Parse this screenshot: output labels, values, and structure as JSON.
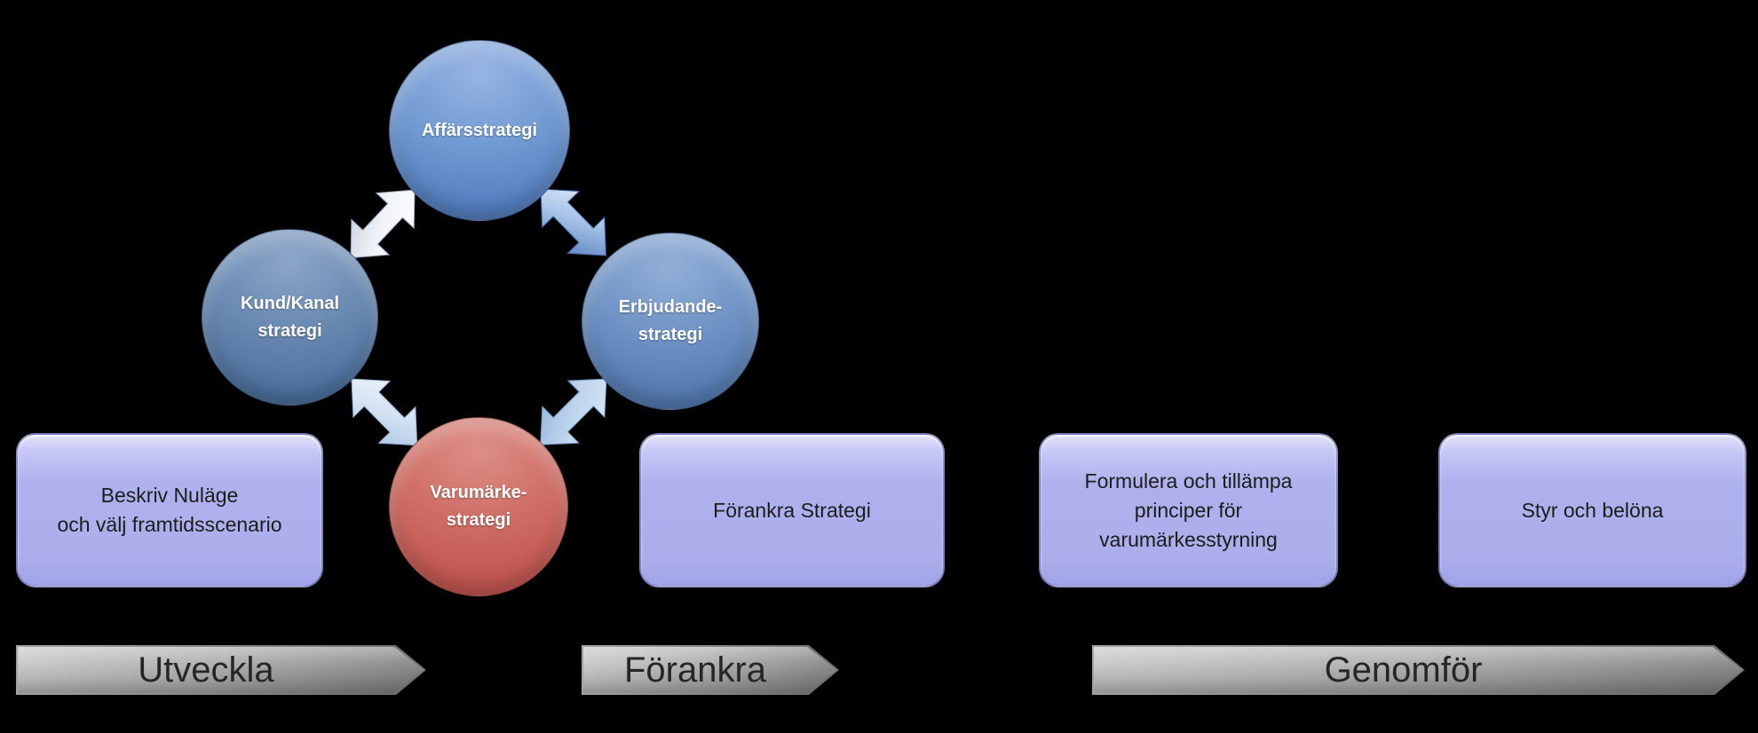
{
  "colors": {
    "background": "#000000",
    "circle_blue": "#6E96CE",
    "circle_steel": "#5F80AA",
    "circle_sky": "#6C90C2",
    "circle_red": "#C25751",
    "circle_text": "#FFFFFF",
    "box_fill": "#AFB1EE",
    "box_text": "#1C1C1C",
    "banner_fill_light": "#C7C7C7",
    "banner_fill_dark": "#838383",
    "banner_text": "#262626",
    "arrow_silver": "#E9EEF6",
    "arrow_blue": "#4A76BA",
    "arrow_pale": "#D4E2F2",
    "arrow_pale_blue": "#BED4EC"
  },
  "cycle": {
    "circles": [
      {
        "name": "business-strategy",
        "lines": [
          "Affärsstrategi"
        ]
      },
      {
        "name": "customer-channel-strategy",
        "lines": [
          "Kund/Kanal",
          "strategi"
        ]
      },
      {
        "name": "offering-strategy",
        "lines": [
          "Erbjudande-",
          "strategi"
        ]
      },
      {
        "name": "brand-strategy",
        "lines": [
          "Varumärke-",
          "strategi"
        ]
      }
    ],
    "connectors": [
      {
        "name": "business-customer",
        "style": "silver",
        "direction": "both"
      },
      {
        "name": "business-offering",
        "style": "blue",
        "direction": "both"
      },
      {
        "name": "customer-brand",
        "style": "pale",
        "direction": "both"
      },
      {
        "name": "offering-brand",
        "style": "pale-blue",
        "direction": "both"
      }
    ]
  },
  "boxes": [
    {
      "name": "describe-current-state",
      "lines": [
        "Beskriv Nuläge",
        "och välj framtidsscenario"
      ]
    },
    {
      "name": "anchor-strategy",
      "lines": [
        "Förankra Strategi"
      ]
    },
    {
      "name": "formulate-principles",
      "lines": [
        "Formulera och tillämpa",
        "principer för",
        "varumärkesstyrning"
      ]
    },
    {
      "name": "steer-and-reward",
      "lines": [
        "Styr och belöna"
      ]
    }
  ],
  "banners": [
    {
      "name": "develop",
      "label": "Utveckla"
    },
    {
      "name": "anchor",
      "label": "Förankra"
    },
    {
      "name": "implement",
      "label": "Genomför"
    }
  ]
}
